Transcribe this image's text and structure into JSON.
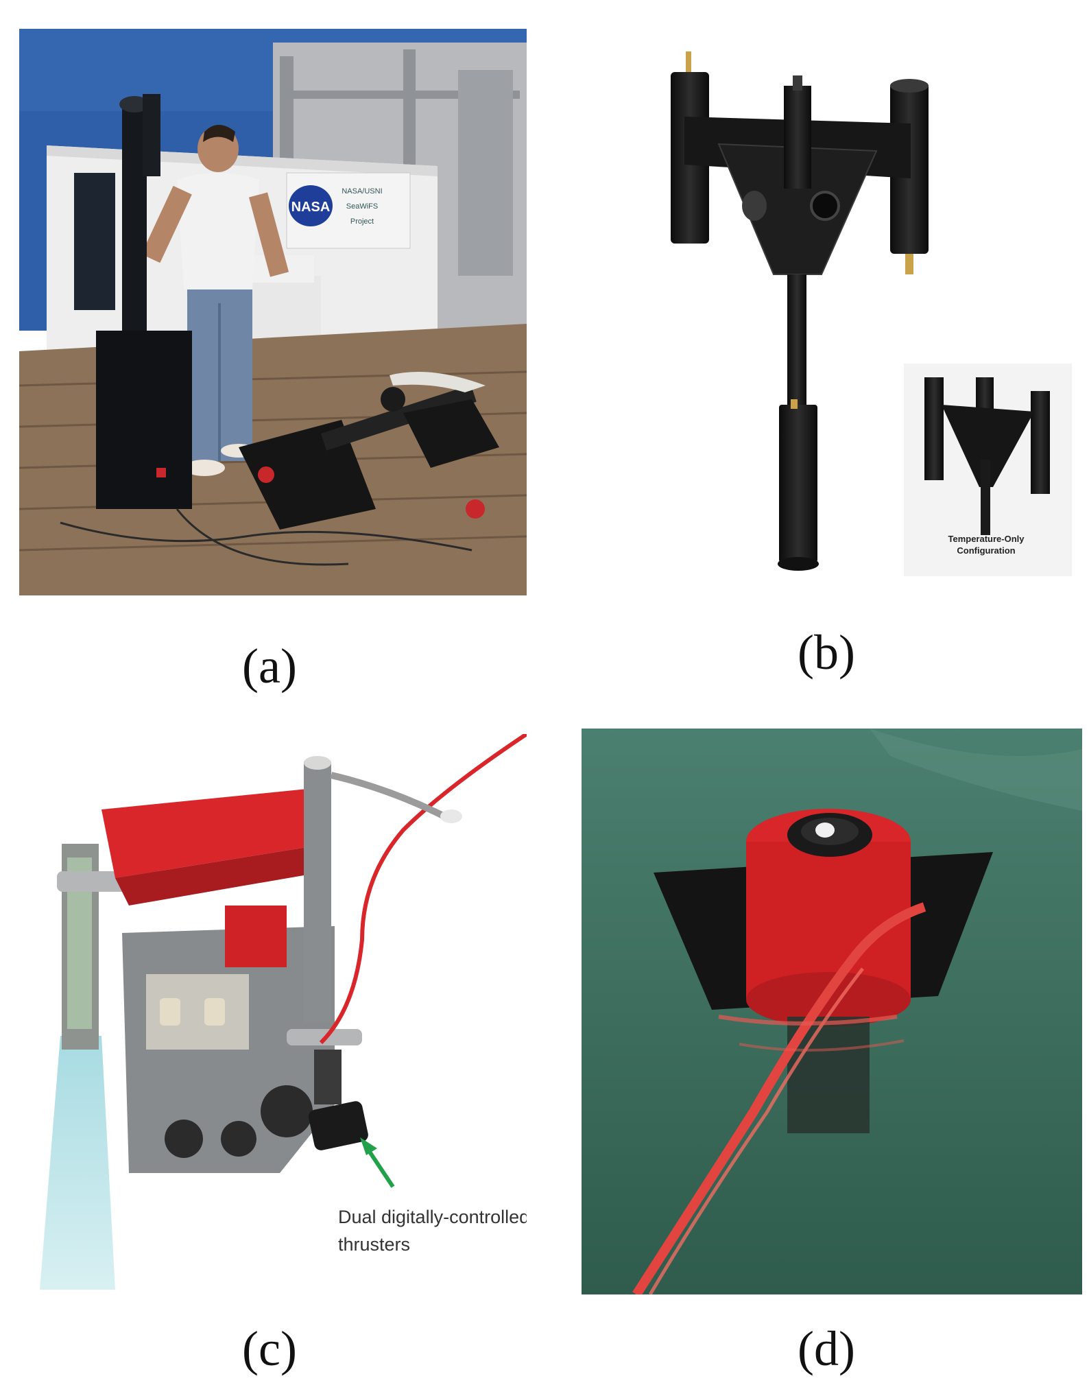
{
  "panels": [
    {
      "id": "a",
      "caption": "(a)",
      "sign_text": "NASA",
      "sign_subtext": [
        "NASA/USNI",
        "SeaWiFS",
        "Project"
      ]
    },
    {
      "id": "b",
      "caption": "(b)",
      "inset_label": [
        "Temperature-Only",
        "Configuration"
      ]
    },
    {
      "id": "c",
      "caption": "(c)",
      "annotation": [
        "Dual digitally-controlled",
        "thrusters"
      ]
    },
    {
      "id": "d",
      "caption": "(d)"
    }
  ],
  "colors": {
    "instrument_red": "#d8262a",
    "instrument_black": "#141414",
    "water_green": "#3e6e5c",
    "arrow_green": "#22a04a"
  }
}
